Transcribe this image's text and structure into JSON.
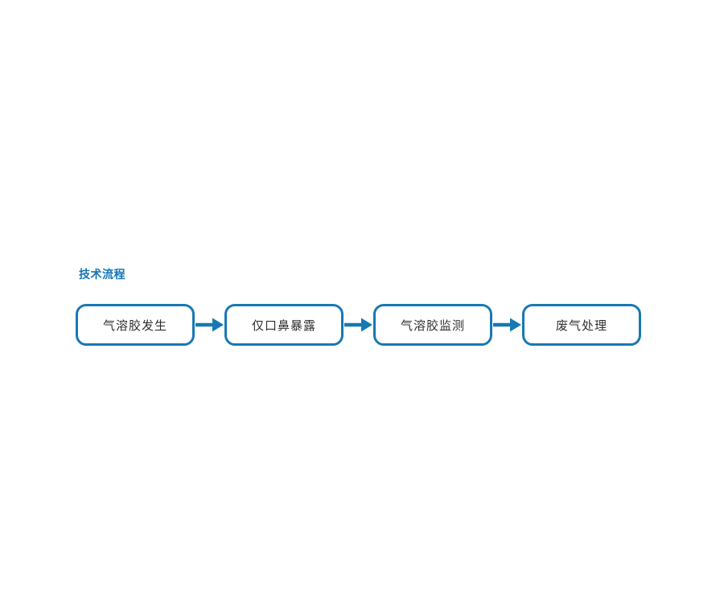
{
  "flow": {
    "title": "技术流程",
    "title_color": "#1576b8",
    "accent_color": "#1878b4",
    "box_text_color": "#2f2f2f",
    "arrow_icon": "right-arrow-icon",
    "steps": [
      {
        "label": "气溶胶发生"
      },
      {
        "label": "仅口鼻暴露"
      },
      {
        "label": "气溶胶监测"
      },
      {
        "label": "废气处理"
      }
    ]
  }
}
